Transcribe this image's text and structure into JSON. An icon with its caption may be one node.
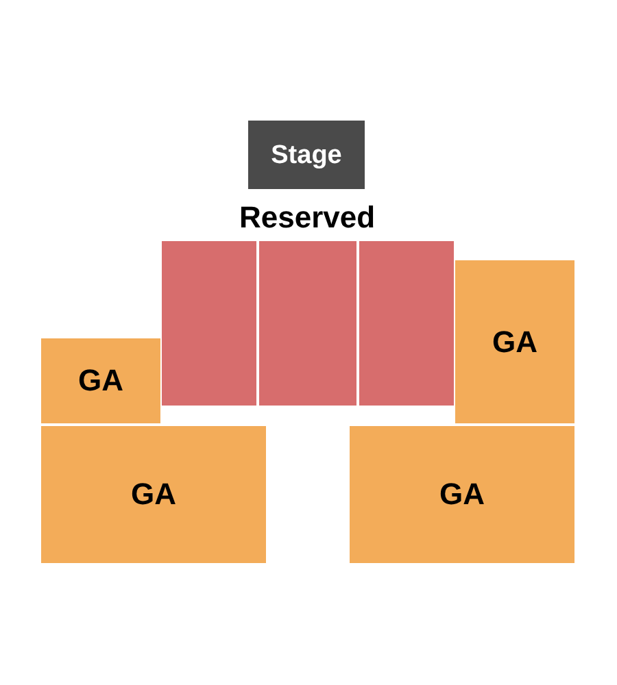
{
  "diagram": {
    "nodes": [
      {
        "text": [
          "Stage"
        ]
      },
      {
        "text": [],
        "shape": "box"
      },
      {
        "text": [],
        "shape": "box"
      },
      {
        "text": [],
        "shape": "box"
      },
      {
        "text": [
          "GA"
        ]
      },
      {
        "text": [
          "GA"
        ]
      },
      {
        "text": [
          "GA"
        ]
      },
      {
        "text": [
          "GA"
        ]
      }
    ],
    "labels": [
      "Reserved"
    ]
  }
}
